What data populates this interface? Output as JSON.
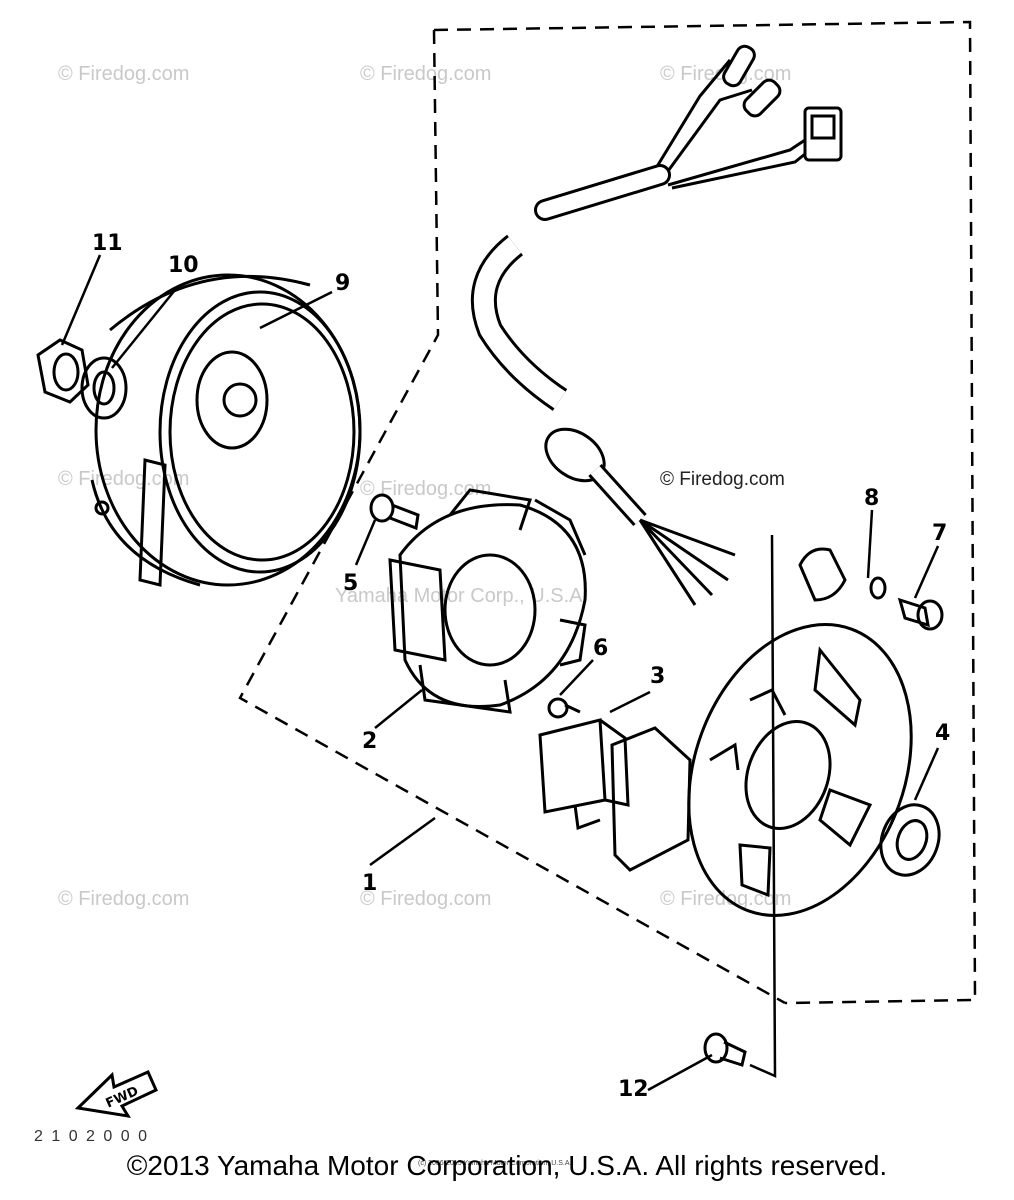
{
  "callouts": {
    "c1": "1",
    "c2": "2",
    "c3": "3",
    "c4": "4",
    "c5": "5",
    "c6": "6",
    "c7": "7",
    "c8": "8",
    "c9": "9",
    "c10": "10",
    "c11": "11",
    "c12": "12"
  },
  "fwd_label": "FWD",
  "watermark": {
    "site": "© Firedog.com",
    "maker": "Yamaha Motor Corp., U.S.A."
  },
  "fine_print": "(c) 2006-2015 Yamaha Motor Corporation, U.S.A.",
  "code_fragment": "2 1 0 2 0 0 0",
  "copyright": "©2013 Yamaha Motor Corporation, U.S.A. All rights reserved."
}
